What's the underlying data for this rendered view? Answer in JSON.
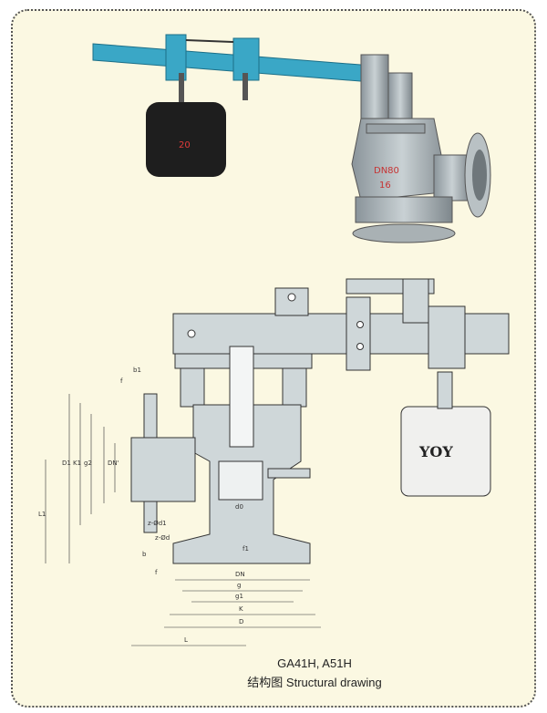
{
  "photo": {
    "weight_label": "20",
    "valve_marking_1": "DN80",
    "valve_marking_2": "16"
  },
  "drawing": {
    "weight_brand": "YOY",
    "dims": {
      "b1": "b1",
      "f_top": "f",
      "D1": "D1",
      "K1": "K1",
      "g2": "g2",
      "DN_prime": "DN'",
      "L1": "L1",
      "z_d1": "z-Ød1",
      "z_d": "z-Ød",
      "b": "b",
      "f": "f",
      "d0": "d0",
      "f1": "f1",
      "DN": "DN",
      "g": "g",
      "g1": "g1",
      "K": "K",
      "D": "D",
      "L": "L"
    }
  },
  "caption": {
    "model": "GA41H, A51H",
    "title": "结构图 Structural drawing"
  }
}
